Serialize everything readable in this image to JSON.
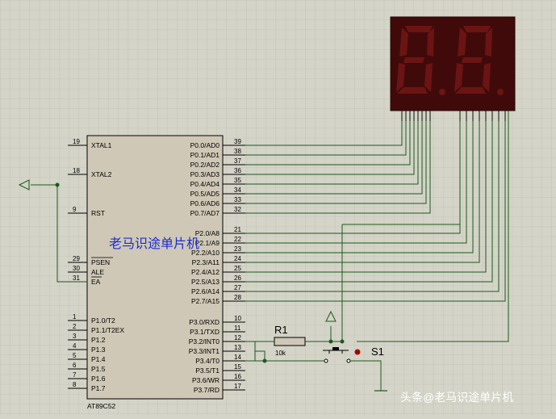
{
  "chip": {
    "part": "AT89C52",
    "watermark": "老马识途单片机",
    "left_pins": [
      {
        "num": "19",
        "name": "XTAL1"
      },
      {
        "num": "18",
        "name": "XTAL2"
      },
      {
        "num": "9",
        "name": "RST"
      },
      {
        "num": "29",
        "name": "PSEN"
      },
      {
        "num": "30",
        "name": "ALE"
      },
      {
        "num": "31",
        "name": "EA"
      },
      {
        "num": "1",
        "name": "P1.0/T2"
      },
      {
        "num": "2",
        "name": "P1.1/T2EX"
      },
      {
        "num": "3",
        "name": "P1.2"
      },
      {
        "num": "4",
        "name": "P1.3"
      },
      {
        "num": "5",
        "name": "P1.4"
      },
      {
        "num": "6",
        "name": "P1.5"
      },
      {
        "num": "7",
        "name": "P1.6"
      },
      {
        "num": "8",
        "name": "P1.7"
      }
    ],
    "right_pins": [
      {
        "num": "39",
        "name": "P0.0/AD0"
      },
      {
        "num": "38",
        "name": "P0.1/AD1"
      },
      {
        "num": "37",
        "name": "P0.2/AD2"
      },
      {
        "num": "36",
        "name": "P0.3/AD3"
      },
      {
        "num": "35",
        "name": "P0.4/AD4"
      },
      {
        "num": "34",
        "name": "P0.5/AD5"
      },
      {
        "num": "33",
        "name": "P0.6/AD6"
      },
      {
        "num": "32",
        "name": "P0.7/AD7"
      },
      {
        "num": "21",
        "name": "P2.0/A8"
      },
      {
        "num": "22",
        "name": "P2.1/A9"
      },
      {
        "num": "23",
        "name": "P2.2/A10"
      },
      {
        "num": "24",
        "name": "P2.3/A11"
      },
      {
        "num": "25",
        "name": "P2.4/A12"
      },
      {
        "num": "26",
        "name": "P2.5/A13"
      },
      {
        "num": "27",
        "name": "P2.6/A14"
      },
      {
        "num": "28",
        "name": "P2.7/A15"
      },
      {
        "num": "10",
        "name": "P3.0/RXD"
      },
      {
        "num": "11",
        "name": "P3.1/TXD"
      },
      {
        "num": "12",
        "name": "P3.2/INT0"
      },
      {
        "num": "13",
        "name": "P3.3/INT1"
      },
      {
        "num": "14",
        "name": "P3.4/T0"
      },
      {
        "num": "15",
        "name": "P3.5/T1"
      },
      {
        "num": "16",
        "name": "P3.6/WR"
      },
      {
        "num": "17",
        "name": "P3.7/RD"
      }
    ]
  },
  "resistor": {
    "ref": "R1",
    "value": "10k"
  },
  "switch": {
    "ref": "S1"
  },
  "display": {
    "digits": [
      "8",
      "8"
    ],
    "color": "#5a1010"
  },
  "footer": {
    "brand": "头条",
    "handle": "@老马识途单片机"
  },
  "colors": {
    "grid": "#b8b8aa",
    "wire": "#1a5a1a",
    "chip_fill": "#cfc8b6",
    "display_bg": "#400a0a",
    "segment": "#6b1414"
  }
}
